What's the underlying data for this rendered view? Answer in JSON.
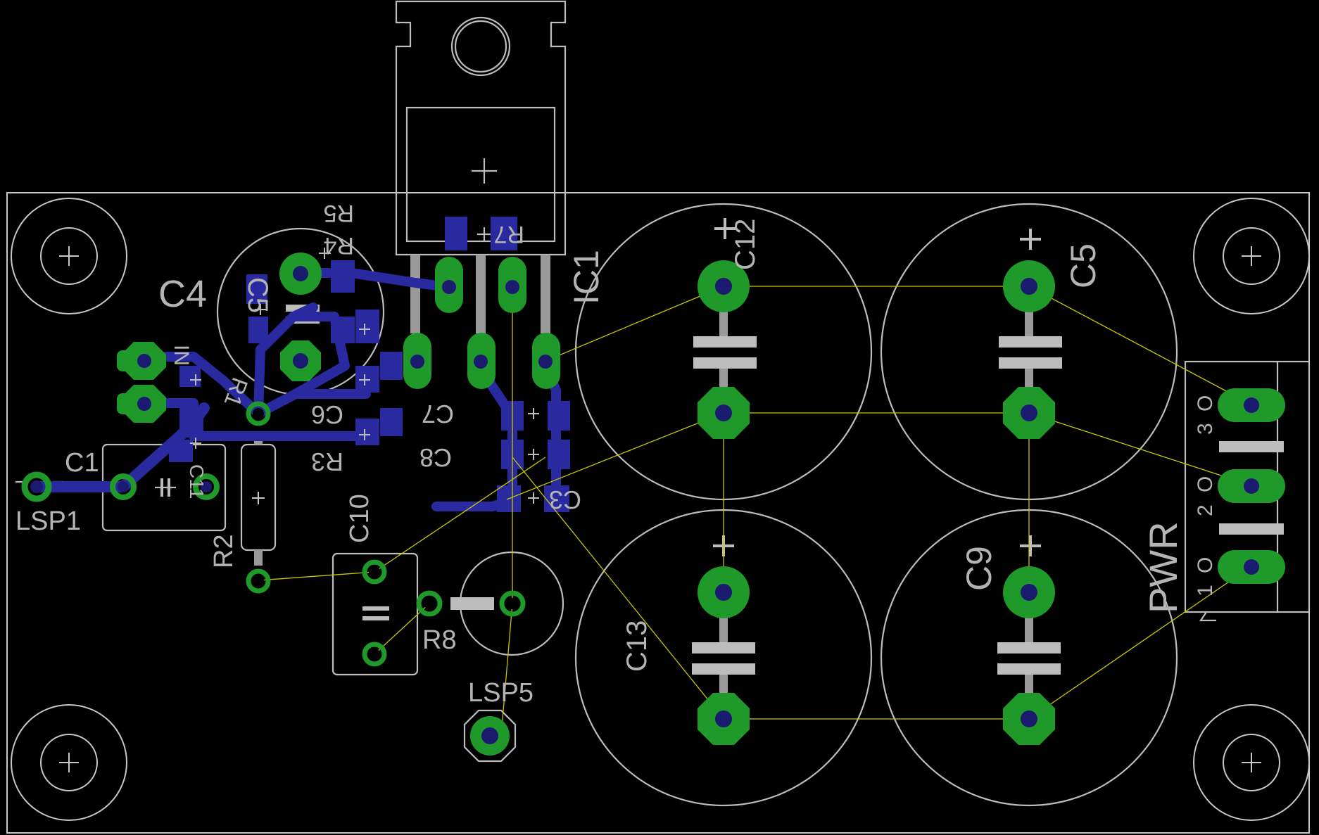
{
  "board": {
    "labels": {
      "ic1": "IC1",
      "c4": "C4",
      "c5_small": "C5",
      "c12": "C12",
      "c5": "C5",
      "c9": "C9",
      "c13": "C13",
      "c1": "C1",
      "c10": "C10",
      "c6": "C6",
      "c7": "C7",
      "c8": "C8",
      "c3": "C3",
      "r1": "R1",
      "r2": "R2",
      "r3": "R3",
      "r4": "R4",
      "r5": "R5",
      "r7": "R7",
      "r8": "R8",
      "lsp1": "LSP1",
      "lsp5": "LSP5",
      "pwr": "PWR",
      "in": "IN",
      "c11": "C11",
      "pin1": "1",
      "pin2": "2",
      "pin3": "3",
      "pin_o1": "O",
      "pin_o2": "O",
      "pin_o3": "O"
    },
    "colors": {
      "background": "#000000",
      "silkscreen": "#bdbdbd",
      "copper_pad": "#1f9a2a",
      "bottom_copper": "#2a2aa0",
      "ratsnest": "#c8c800"
    }
  }
}
